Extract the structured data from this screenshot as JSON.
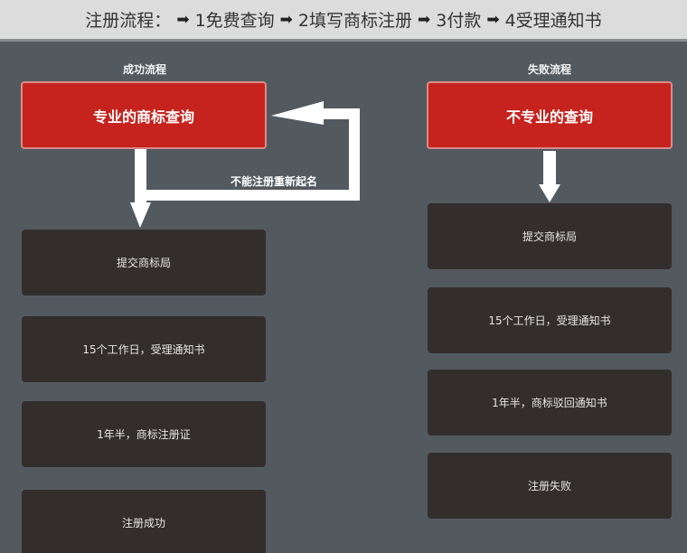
{
  "header": {
    "label": "注册流程：",
    "steps": [
      "1免费查询",
      "2填写商标注册",
      "3付款",
      "4受理通知书"
    ],
    "separator_icon": "arrow-right-icon"
  },
  "success_flow": {
    "title": "成功流程",
    "start": "专业的商标查询",
    "loop_label": "不能注册重新起名",
    "steps": [
      "提交商标局",
      "15个工作日，受理通知书",
      "1年半，商标注册证",
      "注册成功"
    ]
  },
  "failure_flow": {
    "title": "失败流程",
    "start": "不专业的查询",
    "steps": [
      "提交商标局",
      "15个工作日，受理通知书",
      "1年半，商标驳回通知书",
      "注册失败"
    ]
  },
  "colors": {
    "background": "#525a60",
    "header_bg": "#dcdcdc",
    "red_box": "#c6231e",
    "dark_box": "#332e2c",
    "arrow": "#ffffff"
  }
}
